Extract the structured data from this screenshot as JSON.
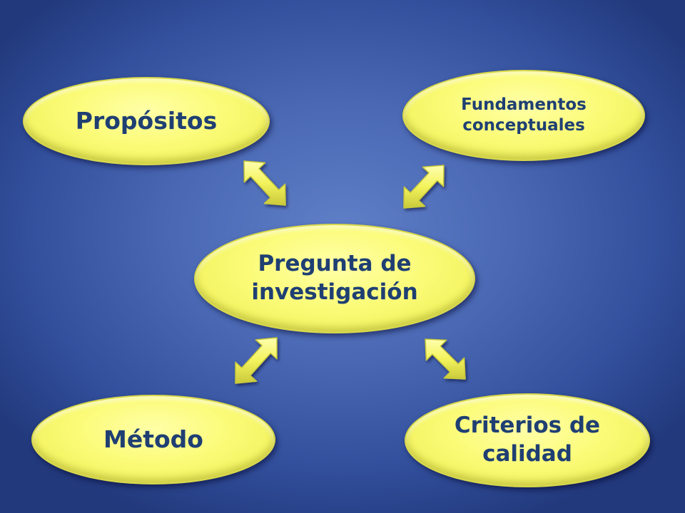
{
  "nodes": {
    "center": "Pregunta de investigación",
    "center_lines": [
      "Pregunta de",
      "investigación"
    ],
    "propositos": "Propósitos",
    "fundamentos": "Fundamentos conceptuales",
    "fundamentos_lines": [
      "Fundamentos",
      "conceptuales"
    ],
    "metodo": "Método",
    "criterios": "Criterios de calidad",
    "criterios_lines": [
      "Criterios de",
      "calidad"
    ]
  },
  "colors": {
    "node_fill": "#f7f76a",
    "node_text": "#1f3f73",
    "arrow_fill": "#f3f35c",
    "background": "#4a68b4"
  },
  "connections": [
    {
      "from": "Pregunta de investigación",
      "to": "Propósitos",
      "type": "bidirectional"
    },
    {
      "from": "Pregunta de investigación",
      "to": "Fundamentos conceptuales",
      "type": "bidirectional"
    },
    {
      "from": "Pregunta de investigación",
      "to": "Método",
      "type": "bidirectional"
    },
    {
      "from": "Pregunta de investigación",
      "to": "Criterios de calidad",
      "type": "bidirectional"
    }
  ]
}
